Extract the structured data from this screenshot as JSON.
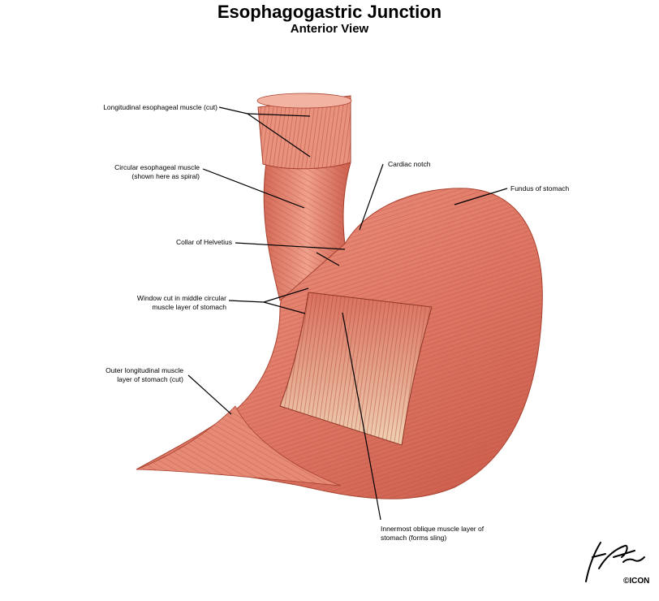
{
  "title": "Esophagogastric Junction",
  "subtitle": "Anterior View",
  "labels": {
    "longitudinal_esophageal": "Longitudinal esophageal muscle (cut)",
    "circular_esophageal_1": "Circular esophageal muscle",
    "circular_esophageal_2": "(shown here as spiral)",
    "cardiac_notch": "Cardiac notch",
    "fundus": "Fundus of stomach",
    "collar_helvetius": "Collar of Helvetius",
    "window_1": "Window cut in middle circular",
    "window_2": "muscle layer of stomach",
    "outer_longitudinal_1": "Outer longitudinal muscle",
    "outer_longitudinal_2": "layer of stomach (cut)",
    "innermost_oblique_1": "Innermost oblique muscle layer of",
    "innermost_oblique_2": "stomach (forms sling)"
  },
  "signature": {
    "text": "F. Netter M.D.",
    "mark": "ICON"
  },
  "colors": {
    "muscle": "#e07b68",
    "muscle_dark": "#b8483a",
    "muscle_light": "#f2a593",
    "inner_window": "#f0d2b4"
  }
}
